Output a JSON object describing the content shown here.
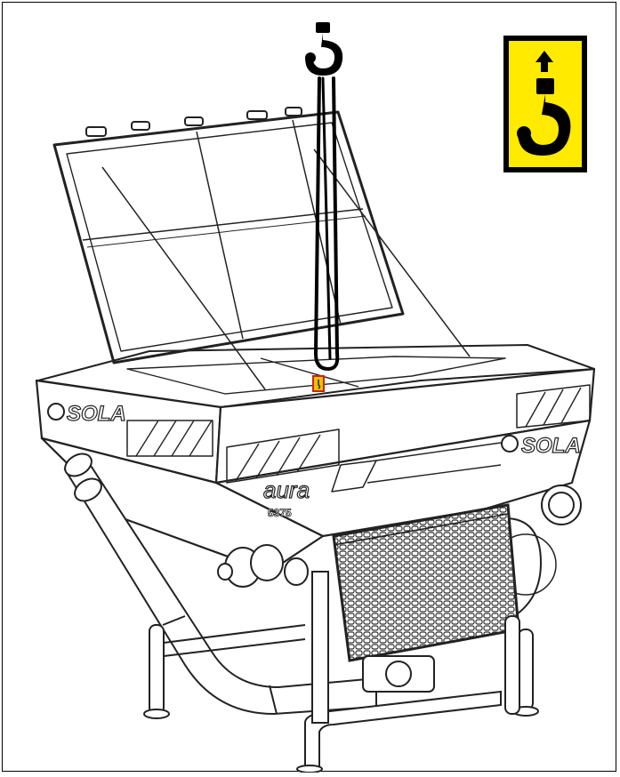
{
  "figure": {
    "brand_left": "SOLA",
    "brand_right": "SOLA",
    "model_name": "aura",
    "model_suffix": "5375"
  },
  "warning_sign": {
    "icon": "lifting-hook-icon",
    "background_color": "#ffea00",
    "border_color": "#000000"
  },
  "colors": {
    "sticker": "#e8c300",
    "sticker_border": "#d0201a"
  }
}
